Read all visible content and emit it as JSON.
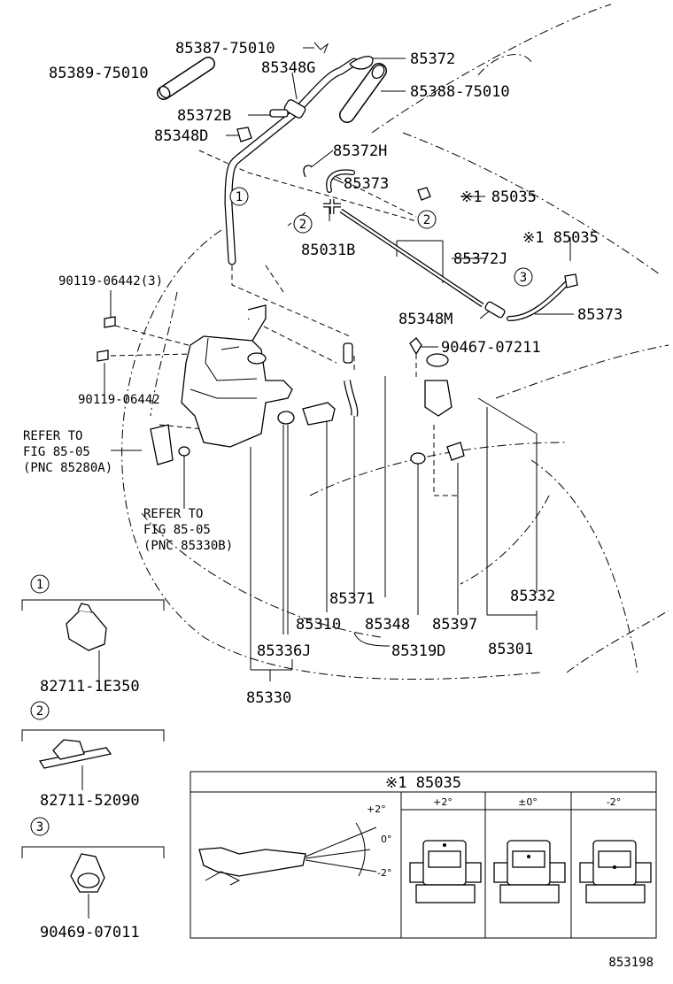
{
  "labels": {
    "p85387_75010": "85387-75010",
    "p85389_75010": "85389-75010",
    "p85348G": "85348G",
    "p85372": "85372",
    "p85388_75010": "85388-75010",
    "p85372B": "85372B",
    "p85348D": "85348D",
    "p85372H": "85372H",
    "p85373a": "85373",
    "p85035a": "※1 85035",
    "p85031B": "85031B",
    "p85035b": "※1 85035",
    "p85372J": "85372J",
    "p90119_06442_3": "90119-06442(3)",
    "p85348M": "85348M",
    "p85373b": "85373",
    "p90467_07211": "90467-07211",
    "p90119_06442": "90119-06442",
    "refer1_l1": "REFER TO",
    "refer1_l2": "FIG 85-05",
    "refer1_l3": "(PNC 85280A)",
    "refer2_l1": "REFER TO",
    "refer2_l2": "FIG 85-05",
    "refer2_l3": "(PNC 85330B)",
    "p85371": "85371",
    "p85332": "85332",
    "p85310": "85310",
    "p85348": "85348",
    "p85397": "85397",
    "p85336J": "85336J",
    "p85319D": "85319D",
    "p85301": "85301",
    "p85330": "85330",
    "clip1_num": "1",
    "clip1_part": "82711-1E350",
    "clip2_num": "2",
    "clip2_part": "82711-52090",
    "clip3_num": "3",
    "clip3_part": "90469-07011",
    "callout_1": "1",
    "callout_2a": "2",
    "callout_2b": "2",
    "callout_3": "3",
    "diagram_id": "853198"
  },
  "inset": {
    "title": "※1 85035",
    "angle_plus": "+2°",
    "angle_zero": "0°",
    "angle_minus": "-2°",
    "col1": "+2°",
    "col2": "±0°",
    "col3": "-2°"
  }
}
